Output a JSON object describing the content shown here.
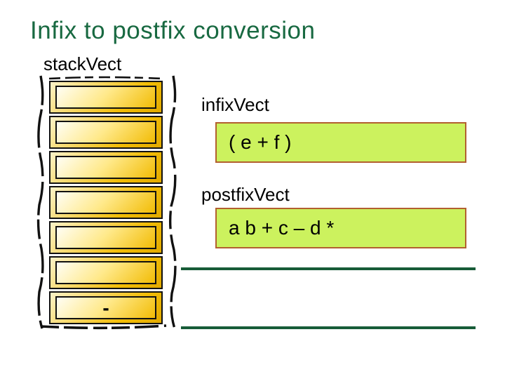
{
  "title": "Infix to postfix conversion",
  "stack": {
    "label": "stackVect",
    "slots": [
      "",
      "",
      "",
      "",
      "",
      "",
      "-"
    ]
  },
  "infix": {
    "label": "infixVect",
    "value": "( e + f )"
  },
  "postfix": {
    "label": "postfixVect",
    "value": "a b + c – d *"
  },
  "colors": {
    "title_green": "#186941",
    "line_green": "#175C38",
    "result_box_fill": "#CCF25E",
    "result_box_border": "#B2602F",
    "gold_light": "#FFFEF5",
    "gold_mid": "#FFE98A",
    "gold_dark": "#F2BC05",
    "sketch_ink": "#111111"
  }
}
